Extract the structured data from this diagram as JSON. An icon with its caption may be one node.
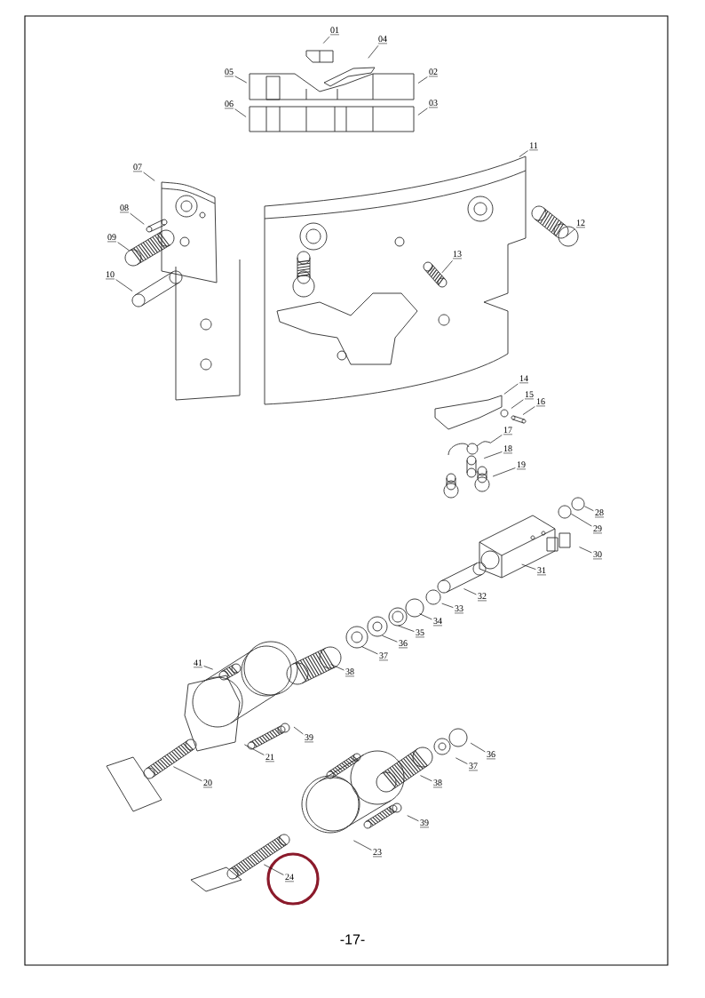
{
  "diagram": {
    "nodes": [
      {
        "text": [
          "01"
        ]
      },
      {
        "text": [
          "04"
        ]
      },
      {
        "text": [
          "05"
        ]
      },
      {
        "text": [
          "02"
        ]
      },
      {
        "text": [
          "06"
        ]
      },
      {
        "text": [
          "03"
        ]
      },
      {
        "text": [
          "11"
        ]
      },
      {
        "text": [
          "07"
        ]
      },
      {
        "text": [
          "08"
        ]
      },
      {
        "text": [
          "12"
        ]
      },
      {
        "text": [
          "09"
        ]
      },
      {
        "text": [
          "13"
        ]
      },
      {
        "text": [
          "10"
        ]
      },
      {
        "text": [
          "14"
        ]
      },
      {
        "text": [
          "15"
        ]
      },
      {
        "text": [
          "16"
        ]
      },
      {
        "text": [
          "17"
        ]
      },
      {
        "text": [
          "18"
        ]
      },
      {
        "text": [
          "19"
        ]
      },
      {
        "text": [
          "28"
        ]
      },
      {
        "text": [
          "29"
        ]
      },
      {
        "text": [
          "30"
        ]
      },
      {
        "text": [
          "31"
        ]
      },
      {
        "text": [
          "32"
        ]
      },
      {
        "text": [
          "33"
        ]
      },
      {
        "text": [
          "34"
        ]
      },
      {
        "text": [
          "35"
        ]
      },
      {
        "text": [
          "36"
        ]
      },
      {
        "text": [
          "37"
        ]
      },
      {
        "text": [
          "41"
        ]
      },
      {
        "text": [
          "38"
        ]
      },
      {
        "text": [
          "39"
        ]
      },
      {
        "text": [
          "21"
        ]
      },
      {
        "text": [
          "36"
        ]
      },
      {
        "text": [
          "37"
        ]
      },
      {
        "text": [
          "20"
        ]
      },
      {
        "text": [
          "38"
        ]
      },
      {
        "text": [
          "39"
        ]
      },
      {
        "text": [
          "23"
        ]
      },
      {
        "text": [
          "24"
        ]
      }
    ],
    "edges": [
      {
        "from": 0,
        "to": null,
        "arrow": "none"
      },
      {
        "from": 1,
        "to": null,
        "arrow": "none"
      },
      {
        "from": 2,
        "to": null,
        "arrow": "none"
      },
      {
        "from": 3,
        "to": null,
        "arrow": "none"
      },
      {
        "from": 4,
        "to": null,
        "arrow": "none"
      },
      {
        "from": 5,
        "to": null,
        "arrow": "none"
      },
      {
        "from": 6,
        "to": null,
        "arrow": "none"
      },
      {
        "from": 7,
        "to": null,
        "arrow": "none"
      },
      {
        "from": 8,
        "to": null,
        "arrow": "none"
      },
      {
        "from": 9,
        "to": null,
        "arrow": "none"
      },
      {
        "from": 10,
        "to": null,
        "arrow": "none"
      },
      {
        "from": 11,
        "to": null,
        "arrow": "none"
      },
      {
        "from": 12,
        "to": null,
        "arrow": "none"
      },
      {
        "from": 13,
        "to": null,
        "arrow": "none"
      },
      {
        "from": 14,
        "to": null,
        "arrow": "none"
      },
      {
        "from": 15,
        "to": null,
        "arrow": "none"
      },
      {
        "from": 16,
        "to": null,
        "arrow": "none"
      },
      {
        "from": 17,
        "to": null,
        "arrow": "none"
      },
      {
        "from": 18,
        "to": null,
        "arrow": "none"
      },
      {
        "from": 19,
        "to": null,
        "arrow": "none"
      },
      {
        "from": 20,
        "to": null,
        "arrow": "none"
      },
      {
        "from": 21,
        "to": null,
        "arrow": "none"
      },
      {
        "from": 22,
        "to": null,
        "arrow": "none"
      },
      {
        "from": 23,
        "to": null,
        "arrow": "none"
      },
      {
        "from": 24,
        "to": null,
        "arrow": "none"
      },
      {
        "from": 25,
        "to": null,
        "arrow": "none"
      },
      {
        "from": 26,
        "to": null,
        "arrow": "none"
      },
      {
        "from": 27,
        "to": null,
        "arrow": "none"
      },
      {
        "from": 28,
        "to": null,
        "arrow": "none"
      },
      {
        "from": 29,
        "to": null,
        "arrow": "none"
      },
      {
        "from": 30,
        "to": null,
        "arrow": "none"
      },
      {
        "from": 31,
        "to": null,
        "arrow": "none"
      },
      {
        "from": 32,
        "to": null,
        "arrow": "none"
      },
      {
        "from": 33,
        "to": null,
        "arrow": "none"
      },
      {
        "from": 34,
        "to": null,
        "arrow": "none"
      },
      {
        "from": 35,
        "to": null,
        "arrow": "none"
      },
      {
        "from": 36,
        "to": null,
        "arrow": "none"
      },
      {
        "from": 37,
        "to": null,
        "arrow": "none"
      },
      {
        "from": 38,
        "to": null,
        "arrow": "none"
      },
      {
        "from": 39,
        "to": null,
        "arrow": "none"
      }
    ],
    "labels": [
      "-17-"
    ]
  }
}
